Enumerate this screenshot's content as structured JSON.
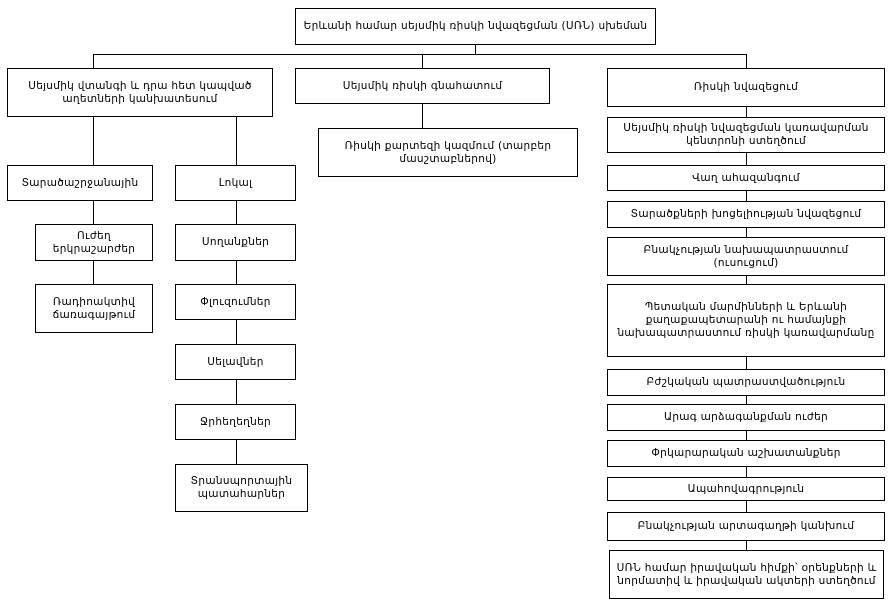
{
  "title": "Երևանի համար սեյսմիկ ռիսկի նվազեցման (ՍՌՆ) սխեման",
  "branches": {
    "vulnerability": {
      "label": "Սեյսմիկ վտանգի և դրա հետ կապված աղետների կանխատեսում",
      "regional": {
        "label": "Տարածաշրջանային",
        "items": [
          "Ուժեղ երկրաշարժեր",
          "Ռադիոակտիվ ճառագայթում"
        ]
      },
      "local": {
        "label": "Լոկալ",
        "items": [
          "Սողանքներ",
          "Փլուզումներ",
          "Սելավներ",
          "Ջրհեղեղներ",
          "Տրանսպորտային պատահարներ"
        ]
      }
    },
    "assessment": {
      "label": "Սեյսմիկ ռիսկի գնահատում",
      "items": [
        "Ռիսկի քարտեզի կազմում (տարբեր մասշտաբներով)"
      ]
    },
    "reduction": {
      "label": "Ռիսկի նվազեցում",
      "items": [
        "Սեյսմիկ ռիսկի նվազեցման կառավարման կենտրոնի ստեղծում",
        "Վաղ ահազանգում",
        "Տարածքների խոցելիության նվազեցում",
        "Բնակչության նախապատրաստում (ուսուցում)",
        "Պետական մարմինների և Երևանի քաղաքապետարանի ու համայնքի նախապատրաստում ռիսկի կառավարմանը",
        "Բժշկական պատրաստվածություն",
        "Արագ արձագանքման ուժեր",
        "Փրկարարական աշխատանքներ",
        "Ապահովագրություն",
        "Բնակչության արտագաղթի կանխում",
        "ՍՌՆ համար իրավական հիմքի՝ օրենքների և նորմատիվ և իրավական ակտերի ստեղծում"
      ]
    }
  }
}
